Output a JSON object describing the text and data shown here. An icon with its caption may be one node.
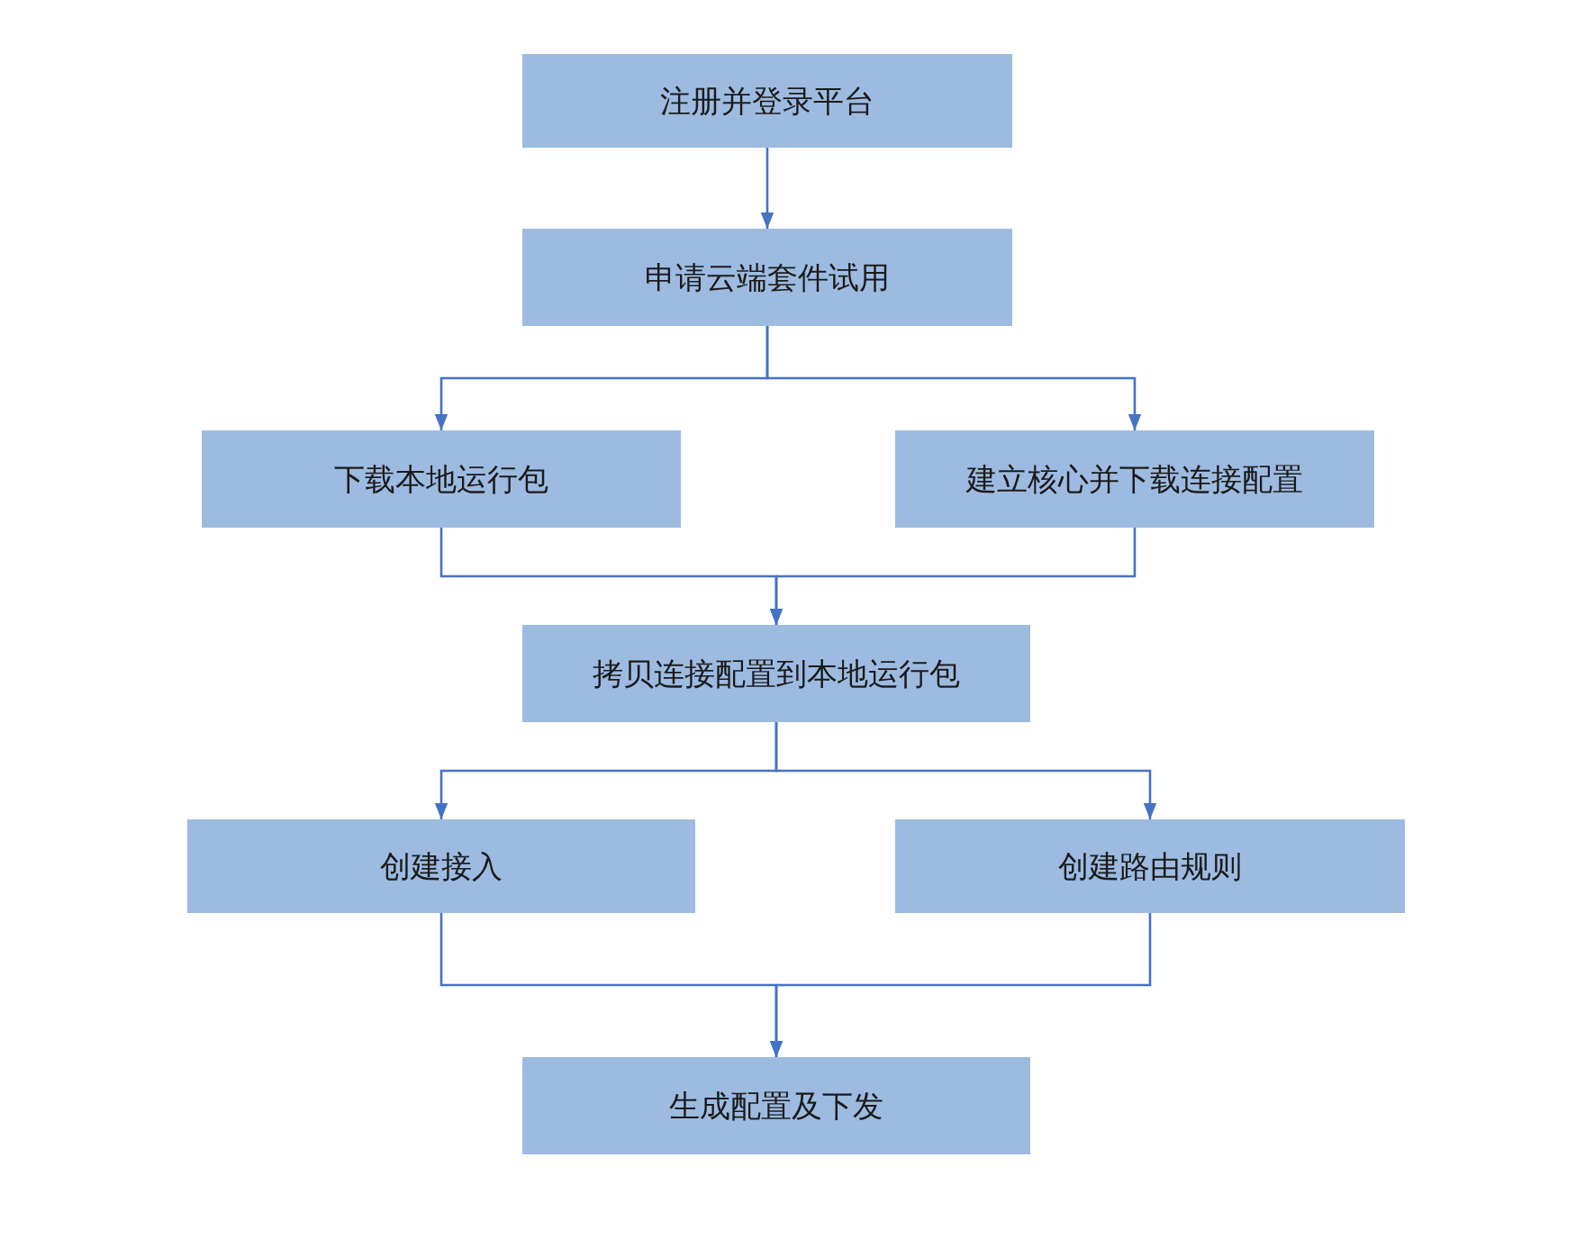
{
  "diagram": {
    "nodes": [
      {
        "text": [
          "注册并登录平台"
        ]
      },
      {
        "text": [
          "申请云端套件试用"
        ]
      },
      {
        "text": [
          "下载本地运行包"
        ]
      },
      {
        "text": [
          "建立核心并下载连接配置"
        ]
      },
      {
        "text": [
          "拷贝连接配置到本地运行包"
        ]
      },
      {
        "text": [
          "创建接入"
        ]
      },
      {
        "text": [
          "创建路由规则"
        ]
      },
      {
        "text": [
          "生成配置及下发"
        ]
      }
    ],
    "edges": [
      {
        "from": 0,
        "to": 1,
        "arrow": "to"
      },
      {
        "from": 1,
        "to": 2,
        "arrow": "to"
      },
      {
        "from": 1,
        "to": 3,
        "arrow": "to"
      },
      {
        "from": 2,
        "to": 4,
        "arrow": "to"
      },
      {
        "from": 3,
        "to": 4,
        "arrow": "to"
      },
      {
        "from": 4,
        "to": 5,
        "arrow": "to"
      },
      {
        "from": 4,
        "to": 6,
        "arrow": "to"
      },
      {
        "from": 5,
        "to": 7,
        "arrow": "to"
      },
      {
        "from": 6,
        "to": 7,
        "arrow": "to"
      }
    ]
  }
}
